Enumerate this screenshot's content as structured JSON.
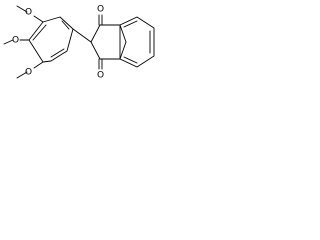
{
  "molecule": {
    "atom_labels": {
      "methoxy_upper": "O",
      "methoxy_middle": "O",
      "methoxy_lower": "O",
      "carbonyl_upper": "O",
      "carbonyl_lower": "O"
    }
  }
}
